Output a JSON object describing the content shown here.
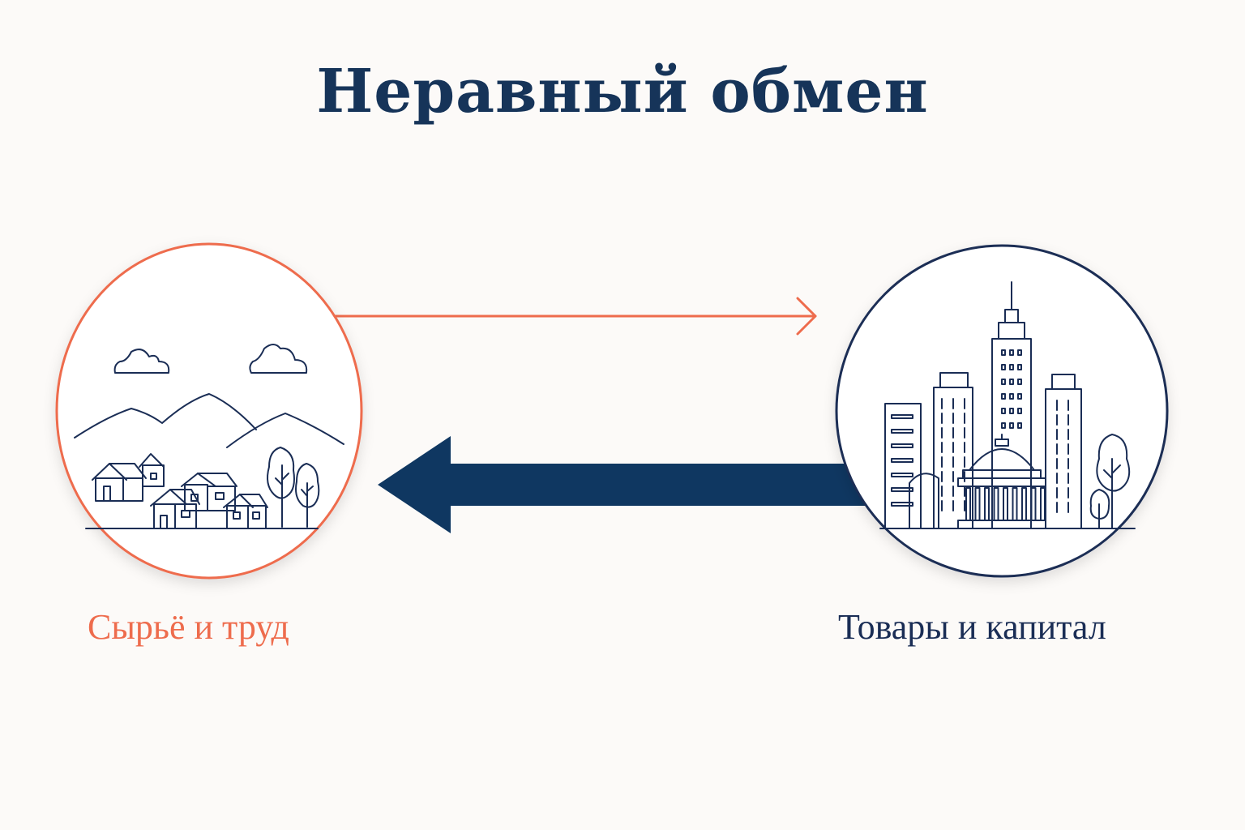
{
  "title": "Неравный обмен",
  "left_node": {
    "label": "Сырьё и труд",
    "icon": "rural-village-icon",
    "color": "#ee6c4d"
  },
  "right_node": {
    "label": "Товары и капитал",
    "icon": "city-skyline-icon",
    "color": "#1a2d55"
  },
  "arrows": {
    "to_right": {
      "icon": "thin-arrow-right-icon",
      "color": "#ee6c4d"
    },
    "to_left": {
      "icon": "thick-arrow-left-icon",
      "color": "#0f3761"
    }
  },
  "colors": {
    "title": "#163459",
    "background": "#fcfaf8"
  }
}
